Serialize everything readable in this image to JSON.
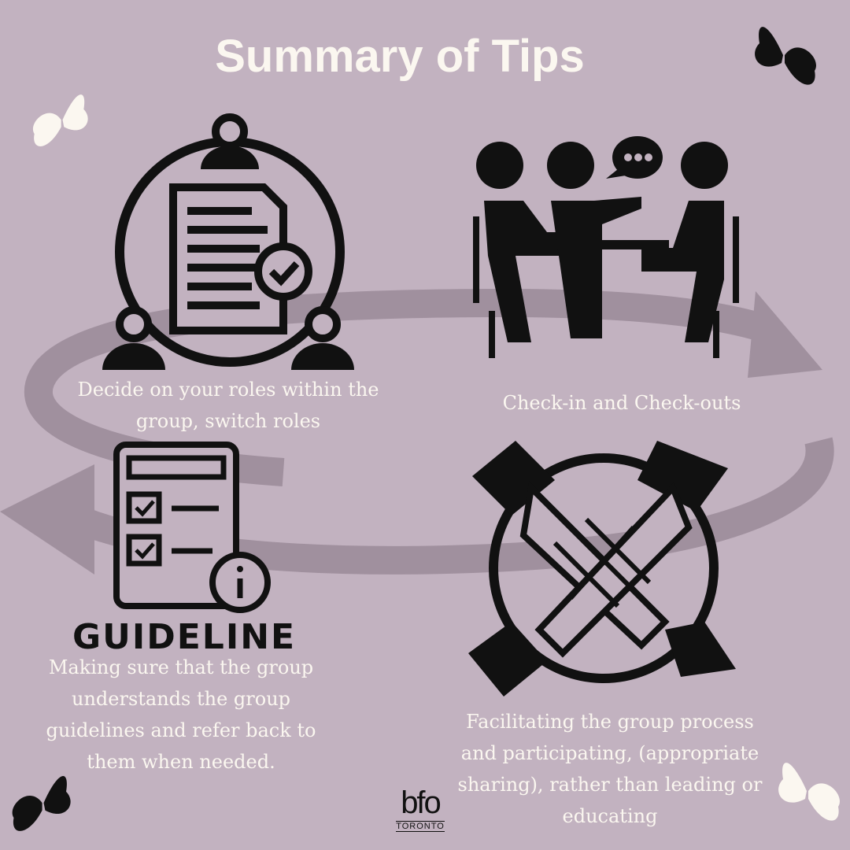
{
  "title": "Summary of Tips",
  "tips": [
    {
      "text": "Decide on your roles within the group, switch roles",
      "icon": "roles-document-icon"
    },
    {
      "text": "Check-in and Check-outs",
      "icon": "meeting-icon"
    },
    {
      "text": "Making sure that the group understands the group guidelines and refer back to them when needed.",
      "icon": "guideline-checklist-icon",
      "icon_label": "GUIDELINE"
    },
    {
      "text": "Facilitating the group process and participating, (appropriate sharing), rather than leading or educating",
      "icon": "stacked-hands-icon"
    }
  ],
  "logo": {
    "main": "bfo",
    "sub": "TORONTO"
  },
  "colors": {
    "background": "#c2b2c0",
    "text": "#fbf7f0",
    "icons": "#111111",
    "arrow": "#9f8f9d"
  }
}
